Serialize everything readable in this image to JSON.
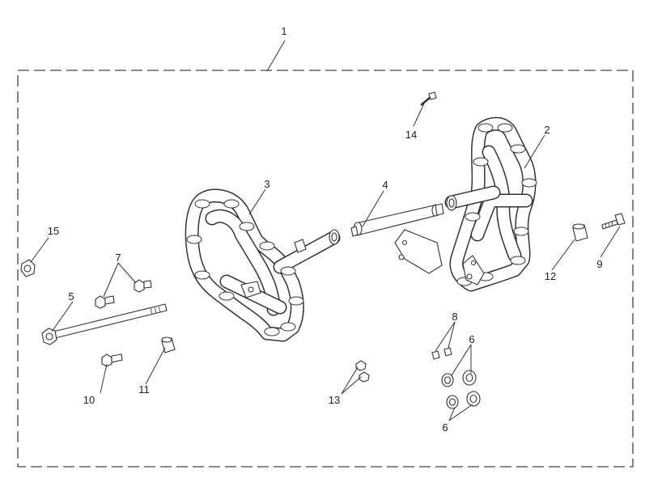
{
  "diagram": {
    "callouts": {
      "kit": "1",
      "right_guard": "2",
      "left_guard": "3",
      "spacer_tube": "4",
      "long_bolt": "5",
      "bushings_upper": "6",
      "bushings_lower": "6",
      "flange_bolts": "7",
      "small_screws": "8",
      "bolt_right": "9",
      "bolt_lower_left": "10",
      "spacer_lower_left": "11",
      "spacer_right": "12",
      "nuts": "13",
      "small_bolt_top": "14",
      "nut_left": "15"
    }
  }
}
